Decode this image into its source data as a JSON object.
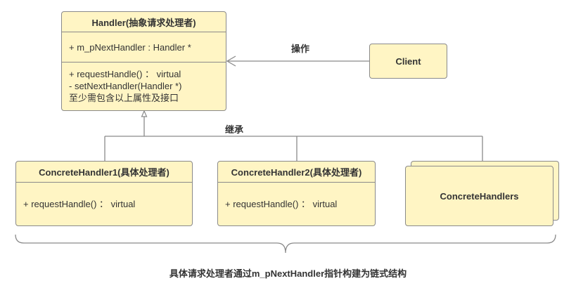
{
  "handler": {
    "title": "Handler(抽象请求处理者)",
    "attributes": [
      "+ m_pNextHandler : Handler *"
    ],
    "methods": [
      "+ requestHandle() ： virtual",
      "- setNextHandler(Handler *)",
      "至少需包含以上属性及接口"
    ]
  },
  "client": {
    "title": "Client"
  },
  "concrete1": {
    "title": "ConcreteHandler1(具体处理者)",
    "methods": [
      "+ requestHandle() ： virtual"
    ]
  },
  "concrete2": {
    "title": "ConcreteHandler2(具体处理者)",
    "methods": [
      "+ requestHandle() ： virtual"
    ]
  },
  "concrete_n": {
    "title": "ConcreteHandlers"
  },
  "labels": {
    "operation": "操作",
    "inheritance": "继承",
    "caption": "具体请求处理者通过m_pNextHandler指针构建为链式结构"
  },
  "colors": {
    "box_fill": "#fff5c4",
    "border": "#8a8a8a",
    "text": "#333333"
  }
}
